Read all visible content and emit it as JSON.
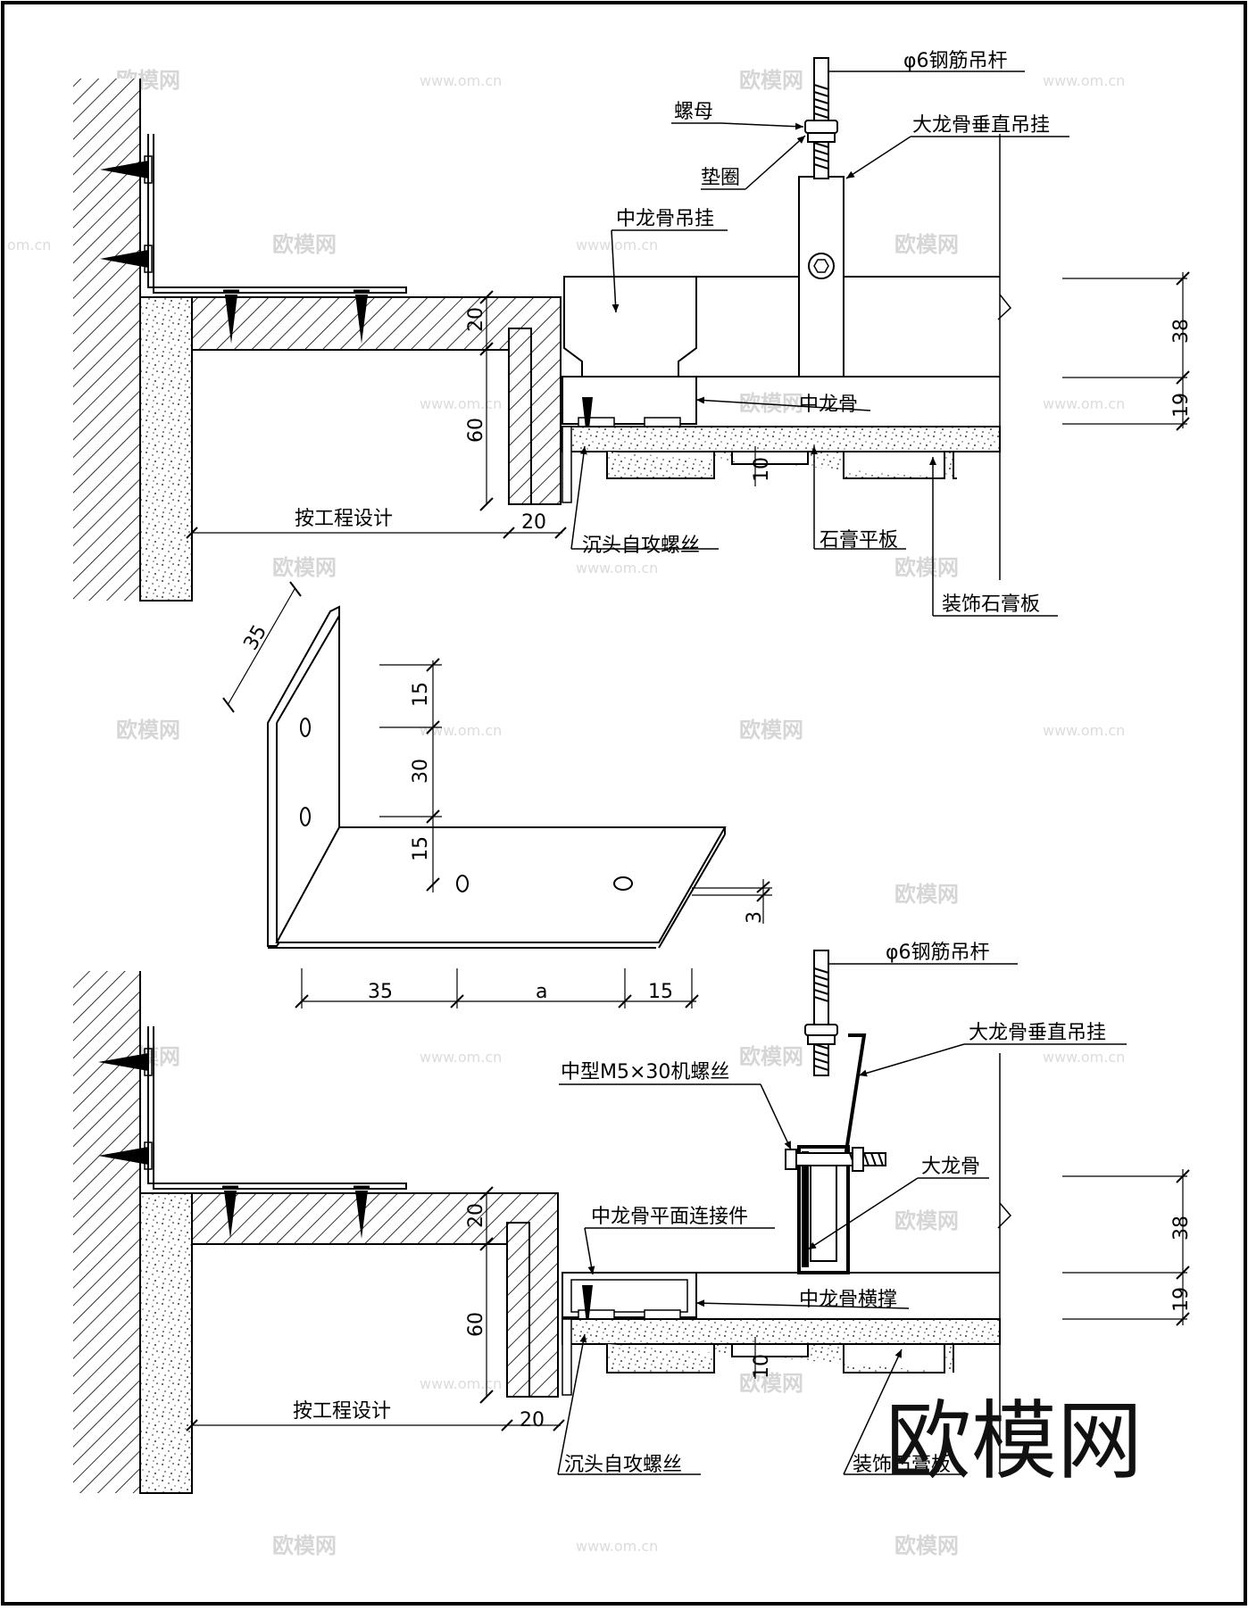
{
  "top_detail": {
    "rod_label": "φ6钢筋吊杆",
    "nut_label": "螺母",
    "main_hanger_label": "大龙骨垂直吊挂",
    "washer_label": "垫圈",
    "mid_hanger_label": "中龙骨吊挂",
    "mid_keel_label": "中龙骨",
    "screw_label": "沉头自攻螺丝",
    "flat_board_label": "石膏平板",
    "deco_board_label": "装饰石膏板",
    "design_label": "按工程设计",
    "dim_20a": "20",
    "dim_60": "60",
    "dim_20b": "20",
    "dim_10": "10",
    "dim_38": "38",
    "dim_19": "19"
  },
  "angle_detail": {
    "dim_35_slant": "35",
    "dim_15_top": "15",
    "dim_30": "30",
    "dim_15_mid": "15",
    "dim_3": "3",
    "dim_35_bottom": "35",
    "dim_a": "a",
    "dim_15_bottom": "15"
  },
  "bottom_detail": {
    "rod_label": "φ6钢筋吊杆",
    "main_hanger_label": "大龙骨垂直吊挂",
    "bolt_label": "中型M5×30机螺丝",
    "main_keel_label": "大龙骨",
    "connector_label": "中龙骨平面连接件",
    "cross_brace_label": "中龙骨横撑",
    "screw_label": "沉头自攻螺丝",
    "deco_board_label": "装饰石膏板",
    "design_label": "按工程设计",
    "dim_20a": "20",
    "dim_60": "60",
    "dim_20b": "20",
    "dim_10": "10",
    "dim_38": "38",
    "dim_19": "19"
  },
  "watermark": {
    "logo_text": "欧模网",
    "site_text": "www.om.cn",
    "small_site": "om.cn"
  }
}
